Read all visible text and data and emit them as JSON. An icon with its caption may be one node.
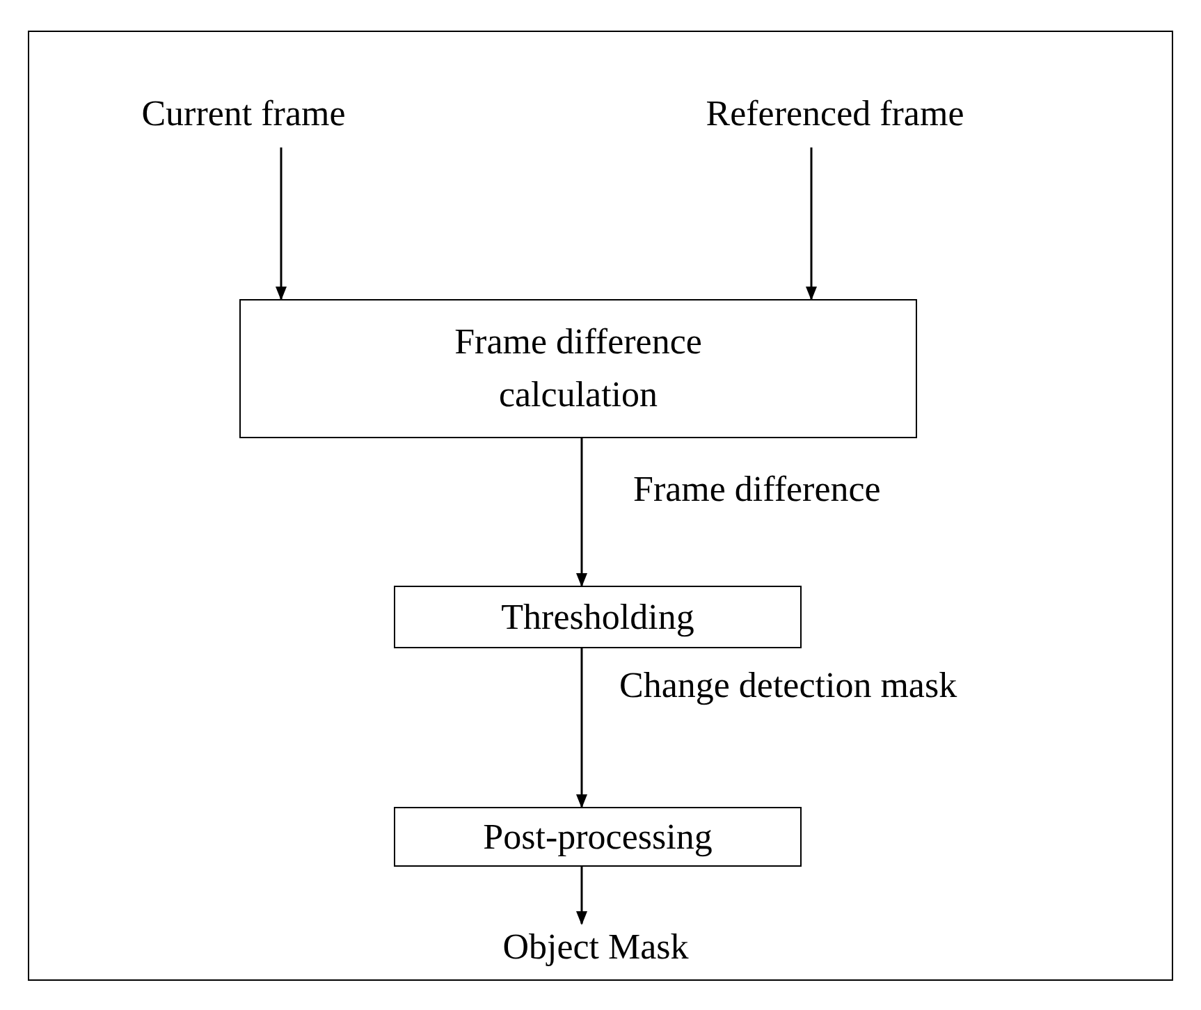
{
  "diagram": {
    "nodes": [
      {
        "text": [
          "Current frame"
        ]
      },
      {
        "text": [
          "Referenced frame"
        ]
      },
      {
        "text": [
          "Frame difference calculation"
        ]
      },
      {
        "text": [
          "Thresholding"
        ]
      },
      {
        "text": [
          "Post-processing"
        ]
      },
      {
        "text": [
          "Object Mask"
        ]
      }
    ],
    "edges": [
      {
        "from": 0,
        "to": 2,
        "arrow": "to"
      },
      {
        "from": 1,
        "to": 2,
        "arrow": "to"
      },
      {
        "from": 2,
        "to": 3,
        "arrow": "to",
        "label": "Frame difference"
      },
      {
        "from": 3,
        "to": 4,
        "arrow": "to",
        "label": "Change detection mask"
      },
      {
        "from": 4,
        "to": 5,
        "arrow": "to"
      }
    ]
  }
}
